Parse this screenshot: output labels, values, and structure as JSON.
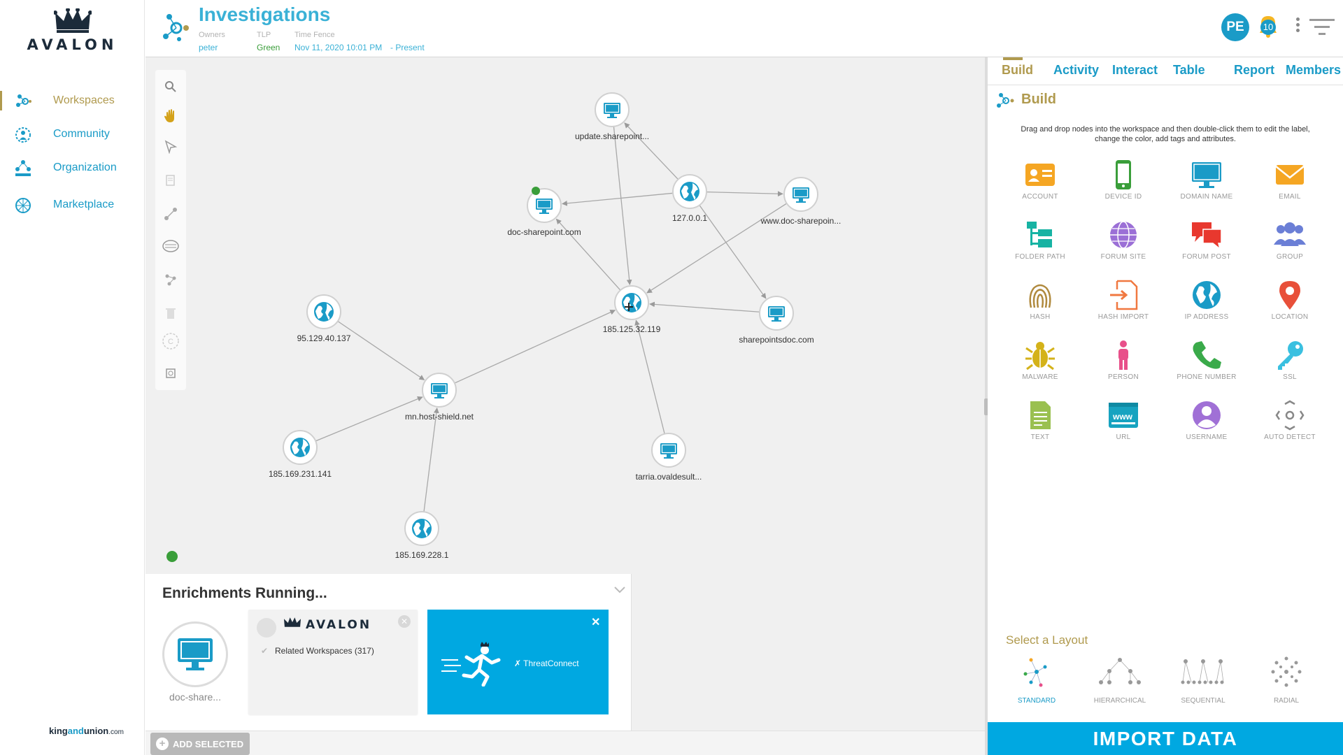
{
  "sidebar": {
    "logo_text": "AVALON",
    "items": [
      {
        "label": "Workspaces",
        "icon": "workspaces-icon",
        "active": true
      },
      {
        "label": "Community",
        "icon": "community-icon"
      },
      {
        "label": "Organization",
        "icon": "organization-icon"
      },
      {
        "label": "Marketplace",
        "icon": "marketplace-icon"
      }
    ],
    "footer": {
      "part1": "king",
      "part2": "and",
      "part3": "union",
      "part4": ".com"
    }
  },
  "header": {
    "title": "Investigations",
    "owners_label": "Owners",
    "owners_value": "peter",
    "tlp_label": "TLP",
    "tlp_value": "Green",
    "time_label": "Time Fence",
    "time_start": "Nov 11, 2020 10:01 PM",
    "time_end": "- Present",
    "avatar": "PE",
    "notifications": "10"
  },
  "graph": {
    "nodes": [
      {
        "id": "update",
        "label": "update.sharepoint...",
        "type": "domain"
      },
      {
        "id": "loopback",
        "label": "127.0.0.1",
        "type": "ip"
      },
      {
        "id": "docsp",
        "label": "doc-sharepoint.com",
        "type": "domain"
      },
      {
        "id": "wwwdoc",
        "label": "www.doc-sharepoin...",
        "type": "domain"
      },
      {
        "id": "center",
        "label": "185.125.32.119",
        "type": "ip"
      },
      {
        "id": "spdoc",
        "label": "sharepointsdoc.com",
        "type": "domain"
      },
      {
        "id": "ip95",
        "label": "95.129.40.137",
        "type": "ip"
      },
      {
        "id": "mnhost",
        "label": "mn.host-shield.net",
        "type": "domain"
      },
      {
        "id": "ip231",
        "label": "185.169.231.141",
        "type": "ip"
      },
      {
        "id": "tarria",
        "label": "tarria.ovaldesult...",
        "type": "domain"
      },
      {
        "id": "ip228",
        "label": "185.169.228.1",
        "type": "ip"
      }
    ]
  },
  "enrichments": {
    "title": "Enrichments Running...",
    "node_label": "doc-share...",
    "avalon_brand": "AVALON",
    "avalon_related": "Related Workspaces (317)",
    "tc_brand": "ThreatConnect"
  },
  "bottom": {
    "add_selected": "ADD SELECTED"
  },
  "right": {
    "tabs": [
      "Build",
      "Activity",
      "Interact",
      "Table",
      "Report",
      "Members"
    ],
    "build_title": "Build",
    "build_desc_1": "Drag and drop nodes into the workspace and then double-click them to edit the label,",
    "build_desc_2": "change the color, add tags and attributes.",
    "node_types": [
      {
        "label": "ACCOUNT",
        "icon": "account-icon",
        "color": "#f5a623"
      },
      {
        "label": "DEVICE ID",
        "icon": "device-id-icon",
        "color": "#3a9e3a"
      },
      {
        "label": "DOMAIN NAME",
        "icon": "domain-name-icon",
        "color": "#1a9bc7"
      },
      {
        "label": "EMAIL",
        "icon": "email-icon",
        "color": "#f5a623"
      },
      {
        "label": "FOLDER PATH",
        "icon": "folder-path-icon",
        "color": "#17b3a3"
      },
      {
        "label": "FORUM SITE",
        "icon": "forum-site-icon",
        "color": "#9b6fd6"
      },
      {
        "label": "FORUM POST",
        "icon": "forum-post-icon",
        "color": "#e8382e"
      },
      {
        "label": "GROUP",
        "icon": "group-icon",
        "color": "#6b7fd6"
      },
      {
        "label": "HASH",
        "icon": "hash-icon",
        "color": "#b08a3e"
      },
      {
        "label": "HASH IMPORT",
        "icon": "hash-import-icon",
        "color": "#f07840"
      },
      {
        "label": "IP ADDRESS",
        "icon": "ip-address-icon",
        "color": "#1a9bc7"
      },
      {
        "label": "LOCATION",
        "icon": "location-icon",
        "color": "#e8503a"
      },
      {
        "label": "MALWARE",
        "icon": "malware-icon",
        "color": "#d4b21a"
      },
      {
        "label": "PERSON",
        "icon": "person-icon",
        "color": "#e8508a"
      },
      {
        "label": "PHONE NUMBER",
        "icon": "phone-number-icon",
        "color": "#3aaa4a"
      },
      {
        "label": "SSL",
        "icon": "ssl-icon",
        "color": "#3ac0e0"
      },
      {
        "label": "TEXT",
        "icon": "text-icon",
        "color": "#9ac050"
      },
      {
        "label": "URL",
        "icon": "url-icon",
        "color": "#17a3c0"
      },
      {
        "label": "USERNAME",
        "icon": "username-icon",
        "color": "#a070d6"
      },
      {
        "label": "AUTO DETECT",
        "icon": "auto-detect-icon",
        "color": "#888888"
      }
    ],
    "layout_title": "Select a Layout",
    "layouts": [
      {
        "label": "STANDARD",
        "active": true
      },
      {
        "label": "HIERARCHICAL"
      },
      {
        "label": "SEQUENTIAL"
      },
      {
        "label": "RADIAL"
      }
    ],
    "import": "IMPORT DATA"
  },
  "colors": {
    "accent": "#1a9bc7",
    "gold": "#b09a4e",
    "button": "#00a8e1"
  }
}
